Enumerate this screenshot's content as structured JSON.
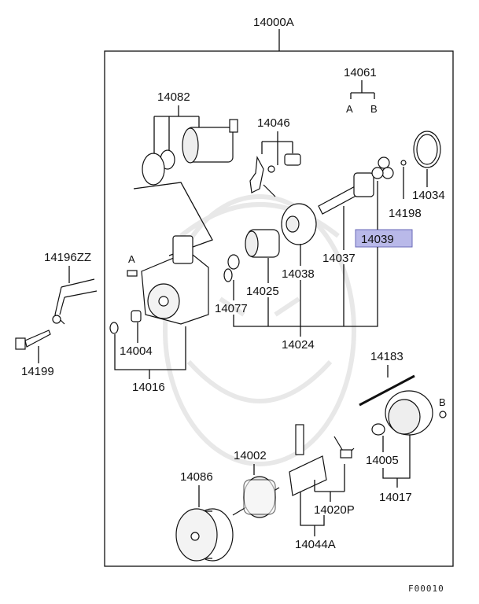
{
  "diagram": {
    "labels": {
      "main_assembly": "14000A",
      "p14061": "14061",
      "p14061_a": "A",
      "p14061_b": "B",
      "p14082": "14082",
      "p14046": "14046",
      "p14034": "14034",
      "p14198": "14198",
      "p14039": "14039",
      "p14037": "14037",
      "p14038": "14038",
      "p14025": "14025",
      "p14077": "14077",
      "p14024": "14024",
      "p14196zz": "14196ZZ",
      "p14199": "14199",
      "p14004": "14004",
      "p14016": "14016",
      "mark_a": "A",
      "p14183": "14183",
      "mark_b": "B",
      "p14005": "14005",
      "p14017": "14017",
      "p14002": "14002",
      "p14086": "14086",
      "p14020p": "14020P",
      "p14044a": "14044A"
    },
    "highlight_color": "#b9b9e9",
    "footer_code": "F00010"
  }
}
